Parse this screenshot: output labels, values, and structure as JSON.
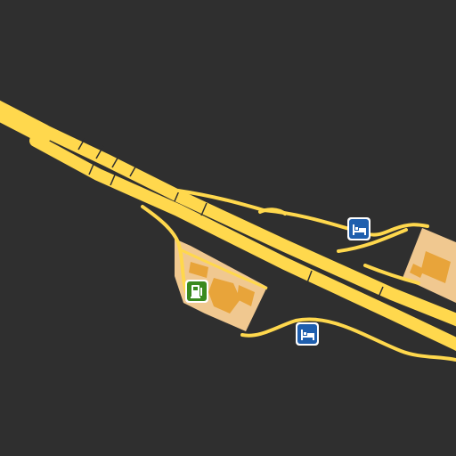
{
  "map": {
    "colors": {
      "background": "#2f2f2f",
      "road": "#ffd84d",
      "road_edge": "#e8b830",
      "service_area": "#f0c890",
      "building": "#e8a43a",
      "fuel_bg": "#3a8a1e",
      "lodging_bg": "#1f5fae",
      "icon_border": "#ffffff"
    },
    "pois": [
      {
        "kind": "fuel",
        "icon": "fuel-pump-icon"
      },
      {
        "kind": "lodging",
        "icon": "bed-icon"
      },
      {
        "kind": "lodging",
        "icon": "bed-icon"
      }
    ]
  }
}
